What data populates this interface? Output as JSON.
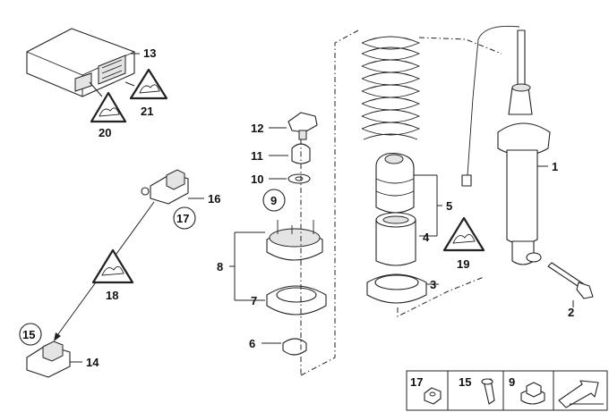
{
  "labels": {
    "n1": "1",
    "n2": "2",
    "n3": "3",
    "n4": "4",
    "n5": "5",
    "n6": "6",
    "n7": "7",
    "n8": "8",
    "n9": "9",
    "n10": "10",
    "n11": "11",
    "n12": "12",
    "n13": "13",
    "n14": "14",
    "n15": "15",
    "n16": "16",
    "n17": "17",
    "n18": "18",
    "n19": "19",
    "n20": "20",
    "n21": "21"
  },
  "legend": {
    "l17": "17",
    "l15": "15",
    "l9": "9"
  },
  "icons": {
    "warning": "warning-triangle-icon",
    "arrow": "direction-arrow-icon"
  }
}
